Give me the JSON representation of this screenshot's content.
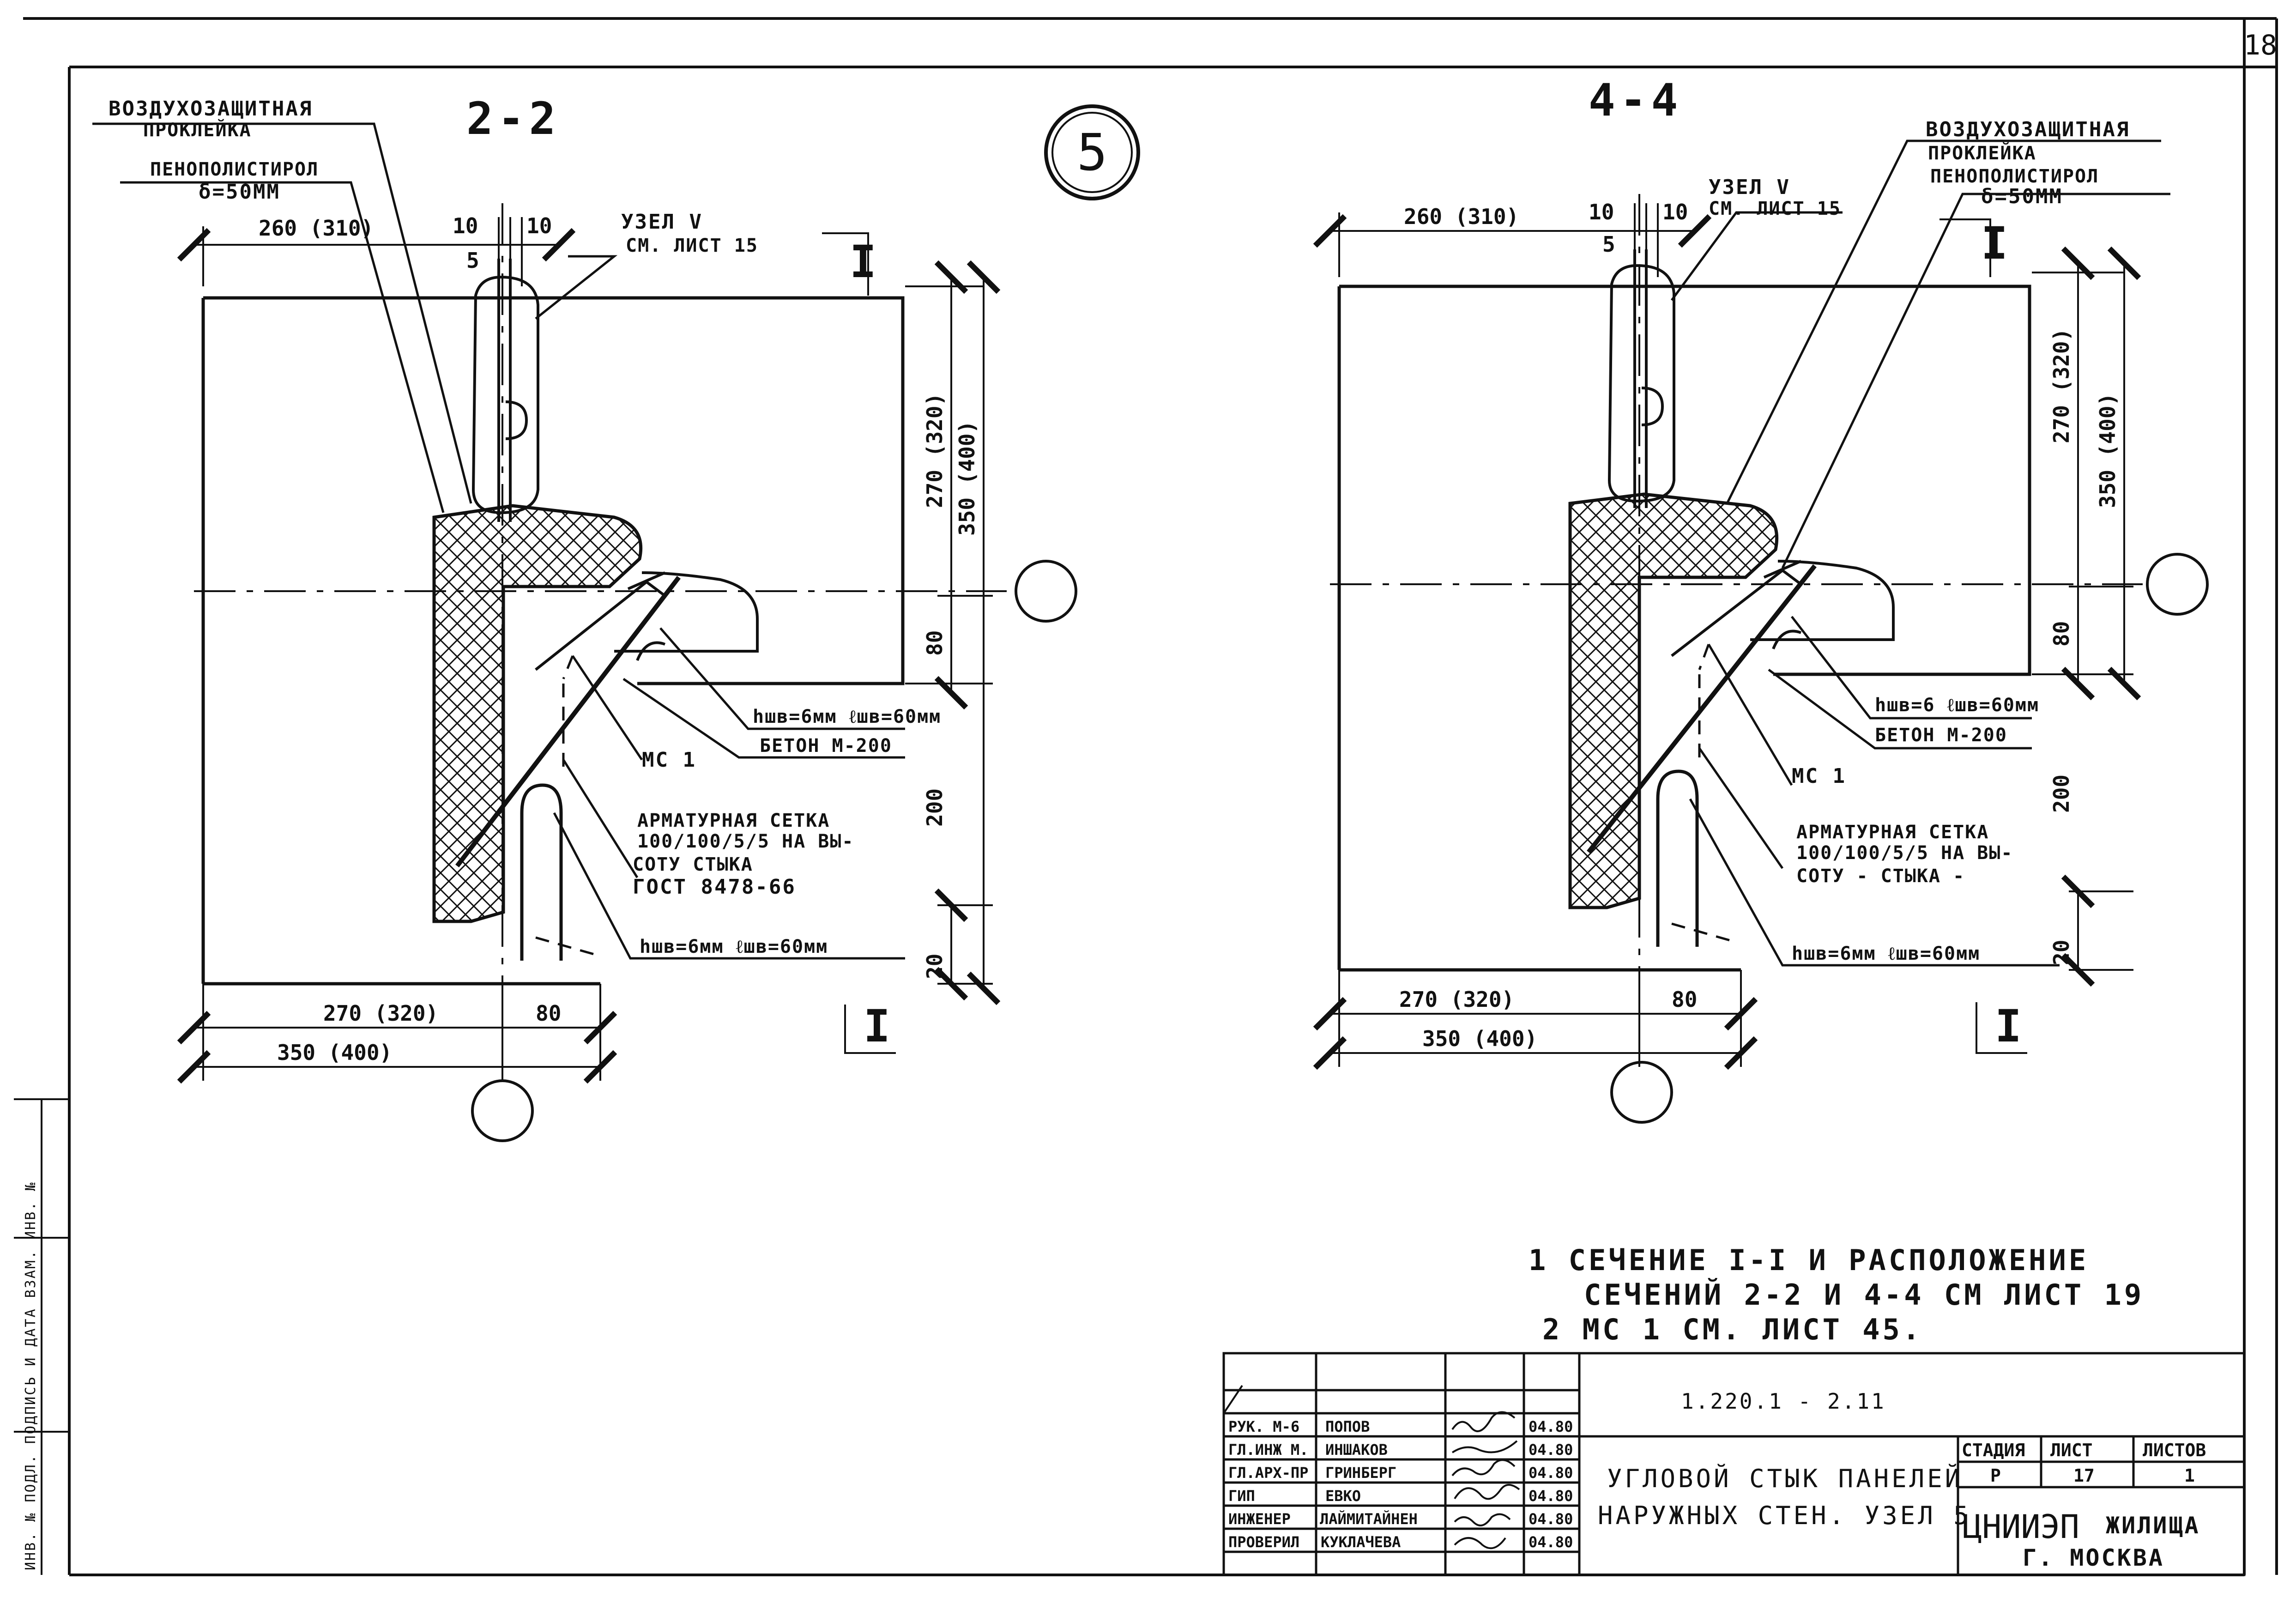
{
  "page": {
    "sheet_number": "18",
    "node_number": "5"
  },
  "left": {
    "section": "2-2",
    "labels": {
      "air_1": "ВОЗДУХОЗАЩИТНАЯ",
      "air_2": "ПРОКЛЕЙКА",
      "foam_1": "ПЕНОПОЛИСТИРОЛ",
      "foam_2": "δ=50ММ",
      "node_1": "УЗЕЛ V",
      "node_2": "СМ. ЛИСТ 15",
      "weld_top": "hшв=6мм ℓшв=60мм",
      "concrete": "БЕТОН М-200",
      "mc": "МС 1",
      "mesh_1": "АРМАТУРНАЯ СЕТКА",
      "mesh_2": "100/100/5/5 НА ВЫ-",
      "mesh_3": "СОТУ СТЫКА",
      "mesh_4": "ГОСТ 8478-66",
      "weld_bottom": "hшв=6мм ℓшв=60мм",
      "cut": "I"
    },
    "dims": {
      "top_width": "260 (310)",
      "ten_a": "10",
      "ten_b": "10",
      "five": "5",
      "v1": "270 (320)",
      "v2": "350 (400)",
      "v80": "80",
      "v200": "200",
      "v20": "20",
      "b1": "270 (320)",
      "b80": "80",
      "b2": "350 (400)"
    }
  },
  "right": {
    "section": "4-4",
    "labels": {
      "air_1": "ВОЗДУХОЗАЩИТНАЯ",
      "air_2": "ПРОКЛЕЙКА",
      "foam_1": "ПЕНОПОЛИСТИРОЛ",
      "foam_2": "δ=50ММ",
      "node_1": "УЗЕЛ V",
      "node_2": "СМ. ЛИСТ 15",
      "weld_top": "hшв=6 ℓшв=60мм",
      "concrete": "БЕТОН М-200",
      "mc": "МС 1",
      "mesh_1": "АРМАТУРНАЯ СЕТКА",
      "mesh_2": "100/100/5/5 НА ВЫ-",
      "mesh_3": "СОТУ - СТЫКА -",
      "weld_bottom": "hшв=6мм ℓшв=60мм",
      "cut": "I"
    },
    "dims": {
      "top_width": "260 (310)",
      "ten_a": "10",
      "ten_b": "10",
      "five": "5",
      "v1": "270 (320)",
      "v2": "350 (400)",
      "v80": "80",
      "v200": "200",
      "v20": "20",
      "b1": "270 (320)",
      "b80": "80",
      "b2": "350 (400)"
    }
  },
  "notes": {
    "n1a": "1 СЕЧЕНИЕ I-I И РАСПОЛОЖЕНИЕ",
    "n1b": "СЕЧЕНИЙ 2-2 И 4-4 СМ ЛИСТ 19",
    "n2": "2 МС 1 СМ. ЛИСТ 45."
  },
  "title_block": {
    "code": "1.220.1 - 2.11",
    "title_1": "УГЛОВОЙ СТЫК ПАНЕЛЕЙ",
    "title_2": "НАРУЖНЫХ СТЕН. УЗЕЛ 5",
    "stage_head": "СТАДИЯ",
    "sheet_head": "ЛИСТ",
    "sheets_head": "ЛИСТОВ",
    "stage": "Р",
    "sheet": "17",
    "sheets": "1",
    "org": "ЦНИИЭП",
    "org_2": "ЖИЛИЩА",
    "city": "Г. МОСКВА",
    "rows": [
      {
        "role": "РУК. М-6",
        "name": "ПОПОВ",
        "date": "04.80"
      },
      {
        "role": "ГЛ.ИНЖ М.",
        "name": "ИНШАКОВ",
        "date": "04.80"
      },
      {
        "role": "ГЛ.АРХ-ПР",
        "name": "ГРИНБЕРГ",
        "date": "04.80"
      },
      {
        "role": "ГИП",
        "name": "ЕВКО",
        "date": "04.80"
      },
      {
        "role": "ИНЖЕНЕР",
        "name": "ЛАЙМИТАЙНЕН",
        "date": "04.80"
      },
      {
        "role": "ПРОВЕРИЛ",
        "name": "КУКЛАЧЕВА",
        "date": "04.80"
      }
    ]
  },
  "margin_text": "ИНВ. № ПОДЛ. ПОДПИСЬ И ДАТА ВЗАМ. ИНВ. №"
}
